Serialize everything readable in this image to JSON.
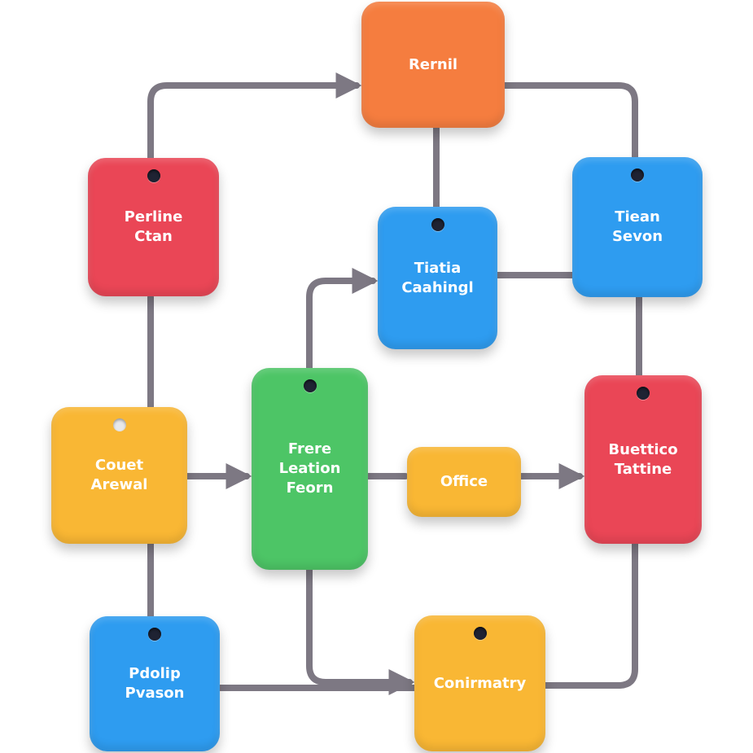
{
  "colors": {
    "orange": "#f57d3f",
    "red": "#ea4656",
    "blue": "#2e9cf0",
    "yellow": "#f9b734",
    "green": "#4dc566",
    "wire": "#7d7883"
  },
  "nodes": {
    "retail": "Rernil",
    "pipeline_ctan": "Perline\nCtan",
    "team_sevon": "Tiean\nSevon",
    "tiatia_caahing": "Tiatia\nCaahingl",
    "coust_arewal": "Couet\nArewal",
    "free_location_feorn": "Frere\nLeation\nFeorn",
    "office": "Office",
    "buettico_tattine": "Buettico\nTattine",
    "pdolip_pvason": "Pdolip\nPvason",
    "conirmatry": "Conirmatry"
  }
}
